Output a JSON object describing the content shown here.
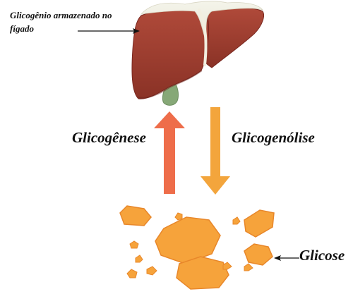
{
  "labels": {
    "liver_line1": "Glicogênio armazenado no",
    "liver_line2": "fígado",
    "glycogenesis": "Glicogênese",
    "glycogenolysis": "Glicogenólise",
    "glucose": "Glicose"
  },
  "colors": {
    "liver": "#9a3a2e",
    "liver_shade": "#7a2820",
    "gallbladder": "#86a877",
    "glycogenesis_arrow": "#ee6d4a",
    "glycogenolysis_arrow": "#f3a53c",
    "glucose": "#f6a33b",
    "glucose_edge": "#e8872a"
  }
}
